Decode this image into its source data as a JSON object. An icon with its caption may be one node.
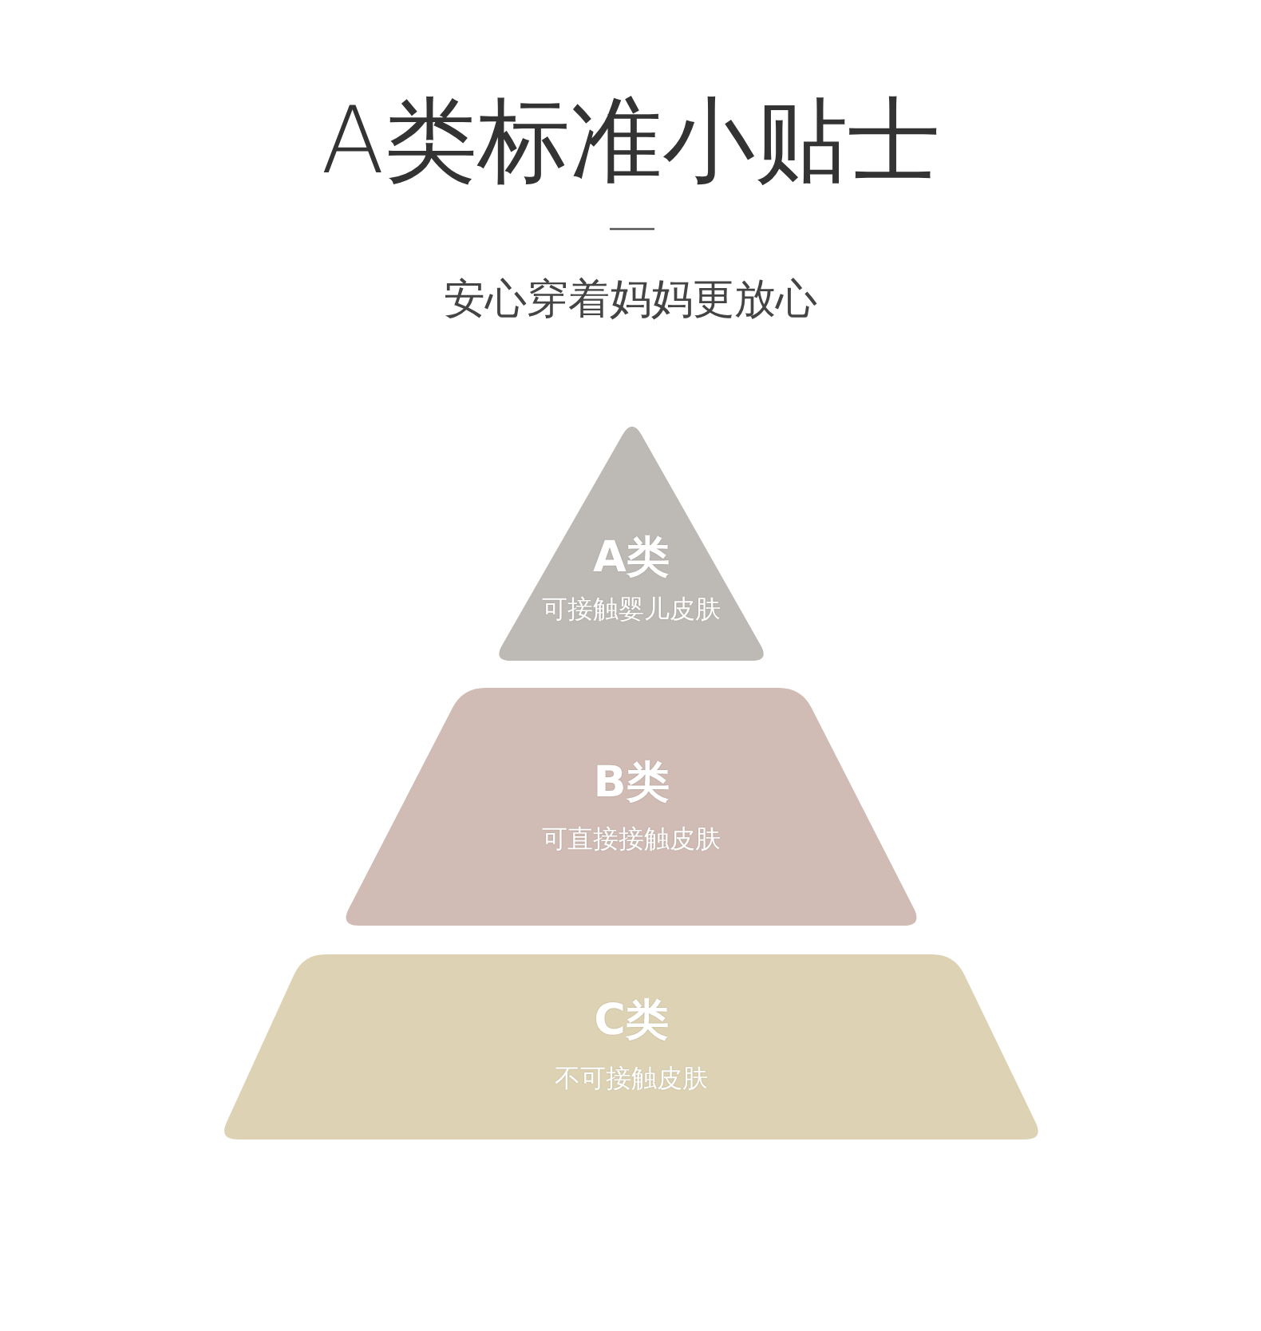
{
  "diagram": {
    "title": "A类标准小贴士",
    "nodes": [
      {
        "text": [
          "A类",
          "可接触婴儿皮肤"
        ]
      },
      {
        "text": [
          "B类",
          "可直接接触皮肤"
        ]
      },
      {
        "text": [
          "C类",
          "不可接触皮肤"
        ]
      }
    ],
    "labels": [
      "安心穿着妈妈更放心"
    ]
  }
}
